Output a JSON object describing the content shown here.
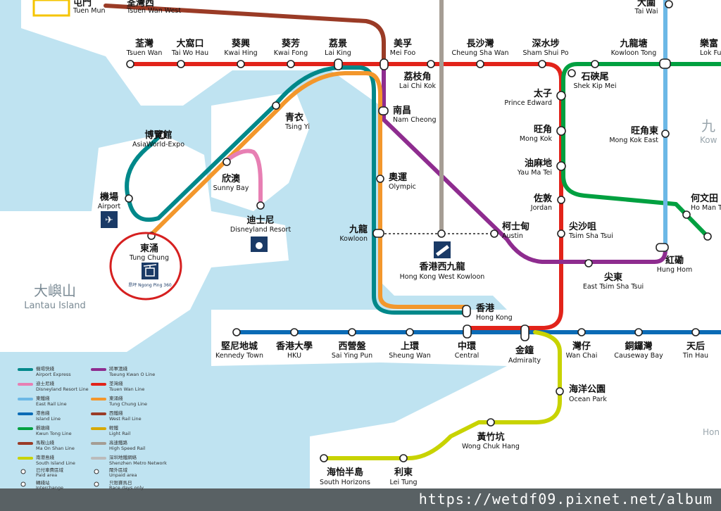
{
  "colors": {
    "east_rail": "#6cb8e6",
    "tsuen_wan": "#e2231a",
    "kwun_tong": "#00a040",
    "tuen_ma": "#9a3b26",
    "tsung_kwan_o": "#8e2c8f",
    "island": "#0b6bb5",
    "tung_chung": "#f3972c",
    "airport_express": "#00888a",
    "disneyland": "#e77fb3",
    "south_island": "#c8d300",
    "high_speed": "#a59d94",
    "sea": "#bfe3f1"
  },
  "stations": {
    "top_left_zh": "屯門",
    "top_left_en": "Tuen Mun",
    "top_tw_west_zh": "荃灣西",
    "top_tw_west_en": "Tsuen Wan West",
    "tai_wai_zh": "大圍",
    "tai_wai_en": "Tai Wai",
    "tsuen_wan_zh": "荃灣",
    "tsuen_wan_en": "Tsuen Wan",
    "tai_wo_hau_zh": "大窩口",
    "tai_wo_hau_en": "Tai Wo Hau",
    "kwai_hing_zh": "葵興",
    "kwai_hing_en": "Kwai Hing",
    "kwai_fong_zh": "葵芳",
    "kwai_fong_en": "Kwai Fong",
    "lai_king_zh": "荔景",
    "lai_king_en": "Lai King",
    "mei_foo_zh": "美孚",
    "mei_foo_en": "Mei Foo",
    "cheung_sha_wan_zh": "長沙灣",
    "cheung_sha_wan_en": "Cheung Sha Wan",
    "sham_shui_po_zh": "深水埗",
    "sham_shui_po_en": "Sham Shui Po",
    "kowloon_tong_zh": "九龍塘",
    "kowloon_tong_en": "Kowloon Tong",
    "lok_fu_zh": "樂富",
    "lok_fu_en": "Lok Fu",
    "lai_chi_kok_zh": "荔枝角",
    "lai_chi_kok_en": "Lai Chi Kok",
    "shek_kip_mei_zh": "石硤尾",
    "shek_kip_mei_en": "Shek Kip Mei",
    "prince_edward_zh": "太子",
    "prince_edward_en": "Prince Edward",
    "nam_cheong_zh": "南昌",
    "nam_cheong_en": "Nam Cheong",
    "tsing_yi_zh": "青衣",
    "tsing_yi_en": "Tsing Yi",
    "mong_kok_zh": "旺角",
    "mong_kok_en": "Mong Kok",
    "mong_kok_east_zh": "旺角東",
    "mong_kok_east_en": "Mong Kok East",
    "asiaworld_zh": "博覽館",
    "asiaworld_en": "AsiaWorld-Expo",
    "sunny_bay_zh": "欣澳",
    "sunny_bay_en": "Sunny Bay",
    "yau_ma_tei_zh": "油麻地",
    "yau_ma_tei_en": "Yau Ma Tei",
    "olympic_zh": "奧運",
    "olympic_en": "Olympic",
    "airport_zh": "機場",
    "airport_en": "Airport",
    "jordan_zh": "佐敦",
    "jordan_en": "Jordan",
    "ho_man_tin_zh": "何文田",
    "ho_man_tin_en": "Ho Man T",
    "disney_zh": "迪士尼",
    "disney_en": "Disneyland Resort",
    "kowloon_zh": "九龍",
    "kowloon_en": "Kowloon",
    "austin_zh": "柯士甸",
    "austin_en": "Austin",
    "tst_zh": "尖沙咀",
    "tst_en": "Tsim Sha Tsui",
    "tung_chung_zh": "東涌",
    "tung_chung_en": "Tung Chung",
    "ngong_ping_label": "昂坪 Ngong Ping 360",
    "hung_hom_zh": "紅磡",
    "hung_hom_en": "Hung Hom",
    "hkwk_zh": "香港西九龍",
    "hkwk_en": "Hong Kong West Kowloon",
    "etst_zh": "尖東",
    "etst_en": "East Tsim Sha Tsui",
    "hong_kong_zh": "香港",
    "hong_kong_en": "Hong Kong",
    "kennedy_town_zh": "堅尼地城",
    "kennedy_town_en": "Kennedy Town",
    "hku_zh": "香港大學",
    "hku_en": "HKU",
    "sai_ying_pun_zh": "西營盤",
    "sai_ying_pun_en": "Sai Ying Pun",
    "sheung_wan_zh": "上環",
    "sheung_wan_en": "Sheung Wan",
    "central_zh": "中環",
    "central_en": "Central",
    "admiralty_zh": "金鐘",
    "admiralty_en": "Admiralty",
    "wan_chai_zh": "灣仔",
    "wan_chai_en": "Wan Chai",
    "causeway_bay_zh": "銅鑼灣",
    "causeway_bay_en": "Causeway Bay",
    "tin_hau_zh": "天后",
    "tin_hau_en": "Tin Hau",
    "ocean_park_zh": "海洋公園",
    "ocean_park_en": "Ocean Park",
    "wong_chuk_hang_zh": "黃竹坑",
    "wong_chuk_hang_en": "Wong Chuk Hang",
    "south_horizons_zh": "海怡半島",
    "south_horizons_en": "South Horizons",
    "lei_tung_zh": "利東",
    "lei_tung_en": "Lei Tung"
  },
  "areas": {
    "lantau_zh": "大嶼山",
    "lantau_en": "Lantau Island",
    "kowloon_zh": "九",
    "kowloon_en": "Kow",
    "hong_kong_partial": "Hon"
  },
  "legend": [
    {
      "zh": "機場快綫",
      "en": "Airport Express",
      "color": "#00888a"
    },
    {
      "zh": "迪士尼綫",
      "en": "Disneyland Resort Line",
      "color": "#e77fb3"
    },
    {
      "zh": "東鐵綫",
      "en": "East Rail Line",
      "color": "#6cb8e6"
    },
    {
      "zh": "港島綫",
      "en": "Island Line",
      "color": "#0b6bb5"
    },
    {
      "zh": "觀塘綫",
      "en": "Kwun Tong Line",
      "color": "#00a040"
    },
    {
      "zh": "馬鞍山綫",
      "en": "Ma On Shan Line",
      "color": "#9a3b26"
    },
    {
      "zh": "南港島綫",
      "en": "South Island Line",
      "color": "#c8d300"
    },
    {
      "zh": "將軍澳綫",
      "en": "Tseung Kwan O Line",
      "color": "#8e2c8f"
    },
    {
      "zh": "荃灣綫",
      "en": "Tsuen Wan Line",
      "color": "#e2231a"
    },
    {
      "zh": "東涌綫",
      "en": "Tung Chung Line",
      "color": "#f3972c"
    },
    {
      "zh": "西鐵綫",
      "en": "West Rail Line",
      "color": "#9a3b26"
    },
    {
      "zh": "輕鐵",
      "en": "Light Rail",
      "color": "#d6a800"
    },
    {
      "zh": "高速鐵路",
      "en": "High Speed Rail",
      "color": "#a59d94"
    },
    {
      "zh": "深圳地鐵網絡",
      "en": "Shenzhen Metro Network",
      "color": "#bbbbbb"
    }
  ],
  "legend_symbols": {
    "paid_zh": "已付車費區域",
    "paid_en": "Paid area",
    "unpaid_zh": "閘外區域",
    "unpaid_en": "Unpaid area",
    "interchange_zh": "轉綫站",
    "interchange_en": "Interchange",
    "race_zh": "只限賽馬日",
    "race_en": "Race days only"
  },
  "watermark": "https://wetdf09.pixnet.net/album"
}
